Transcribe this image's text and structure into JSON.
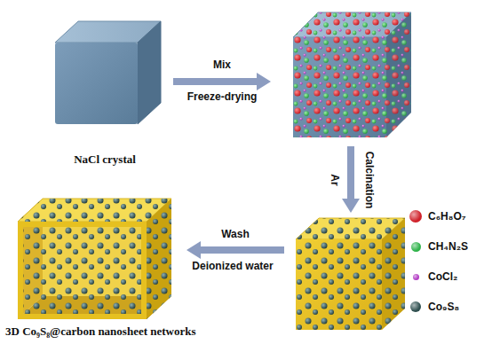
{
  "diagram": {
    "labels": [
      "NaCl crystal",
      "Mix",
      "Freeze-drying",
      "Calcination",
      "Ar",
      "Wash",
      "Deionized water",
      "3D Co₉S₈@carbon nanosheet networks"
    ],
    "legend": [
      {
        "text": "C₆H₈O₇",
        "color": "#d0212a"
      },
      {
        "text": "CH₄N₂S",
        "color": "#2fb34a"
      },
      {
        "text": "CoCl₂",
        "color": "#b23cc4"
      },
      {
        "text": "Co₉S₈",
        "color": "#2f4f4f"
      }
    ]
  }
}
